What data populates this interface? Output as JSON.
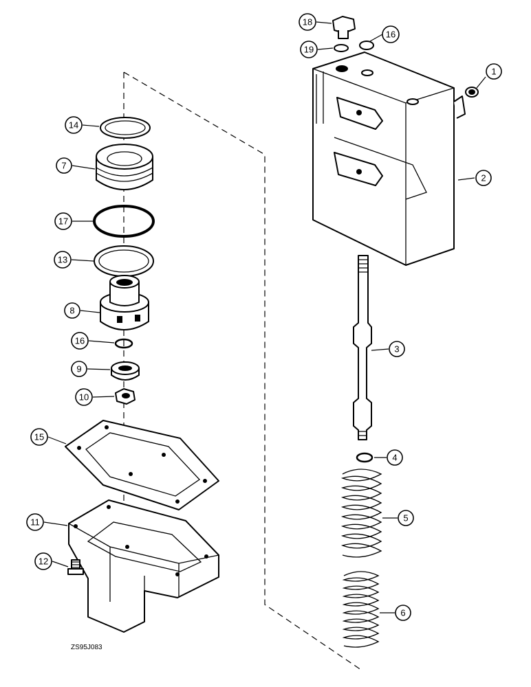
{
  "figure_code": "ZS95J083",
  "callouts": [
    {
      "label": "1",
      "part": "plug"
    },
    {
      "label": "2",
      "part": "valve-body"
    },
    {
      "label": "3",
      "part": "spool"
    },
    {
      "label": "4",
      "part": "retaining-ring"
    },
    {
      "label": "5",
      "part": "outer-spring"
    },
    {
      "label": "6",
      "part": "inner-spring"
    },
    {
      "label": "7",
      "part": "seal-housing"
    },
    {
      "label": "8",
      "part": "retainer"
    },
    {
      "label": "9",
      "part": "washer"
    },
    {
      "label": "10",
      "part": "nut"
    },
    {
      "label": "11",
      "part": "cover"
    },
    {
      "label": "12",
      "part": "bolt"
    },
    {
      "label": "13",
      "part": "backup-ring"
    },
    {
      "label": "14",
      "part": "seal-ring"
    },
    {
      "label": "15",
      "part": "gasket"
    },
    {
      "label": "16",
      "part": "o-ring"
    },
    {
      "label": "16",
      "part": "o-ring-small"
    },
    {
      "label": "17",
      "part": "o-ring-large"
    },
    {
      "label": "18",
      "part": "plug-top"
    },
    {
      "label": "19",
      "part": "o-ring-top"
    }
  ]
}
